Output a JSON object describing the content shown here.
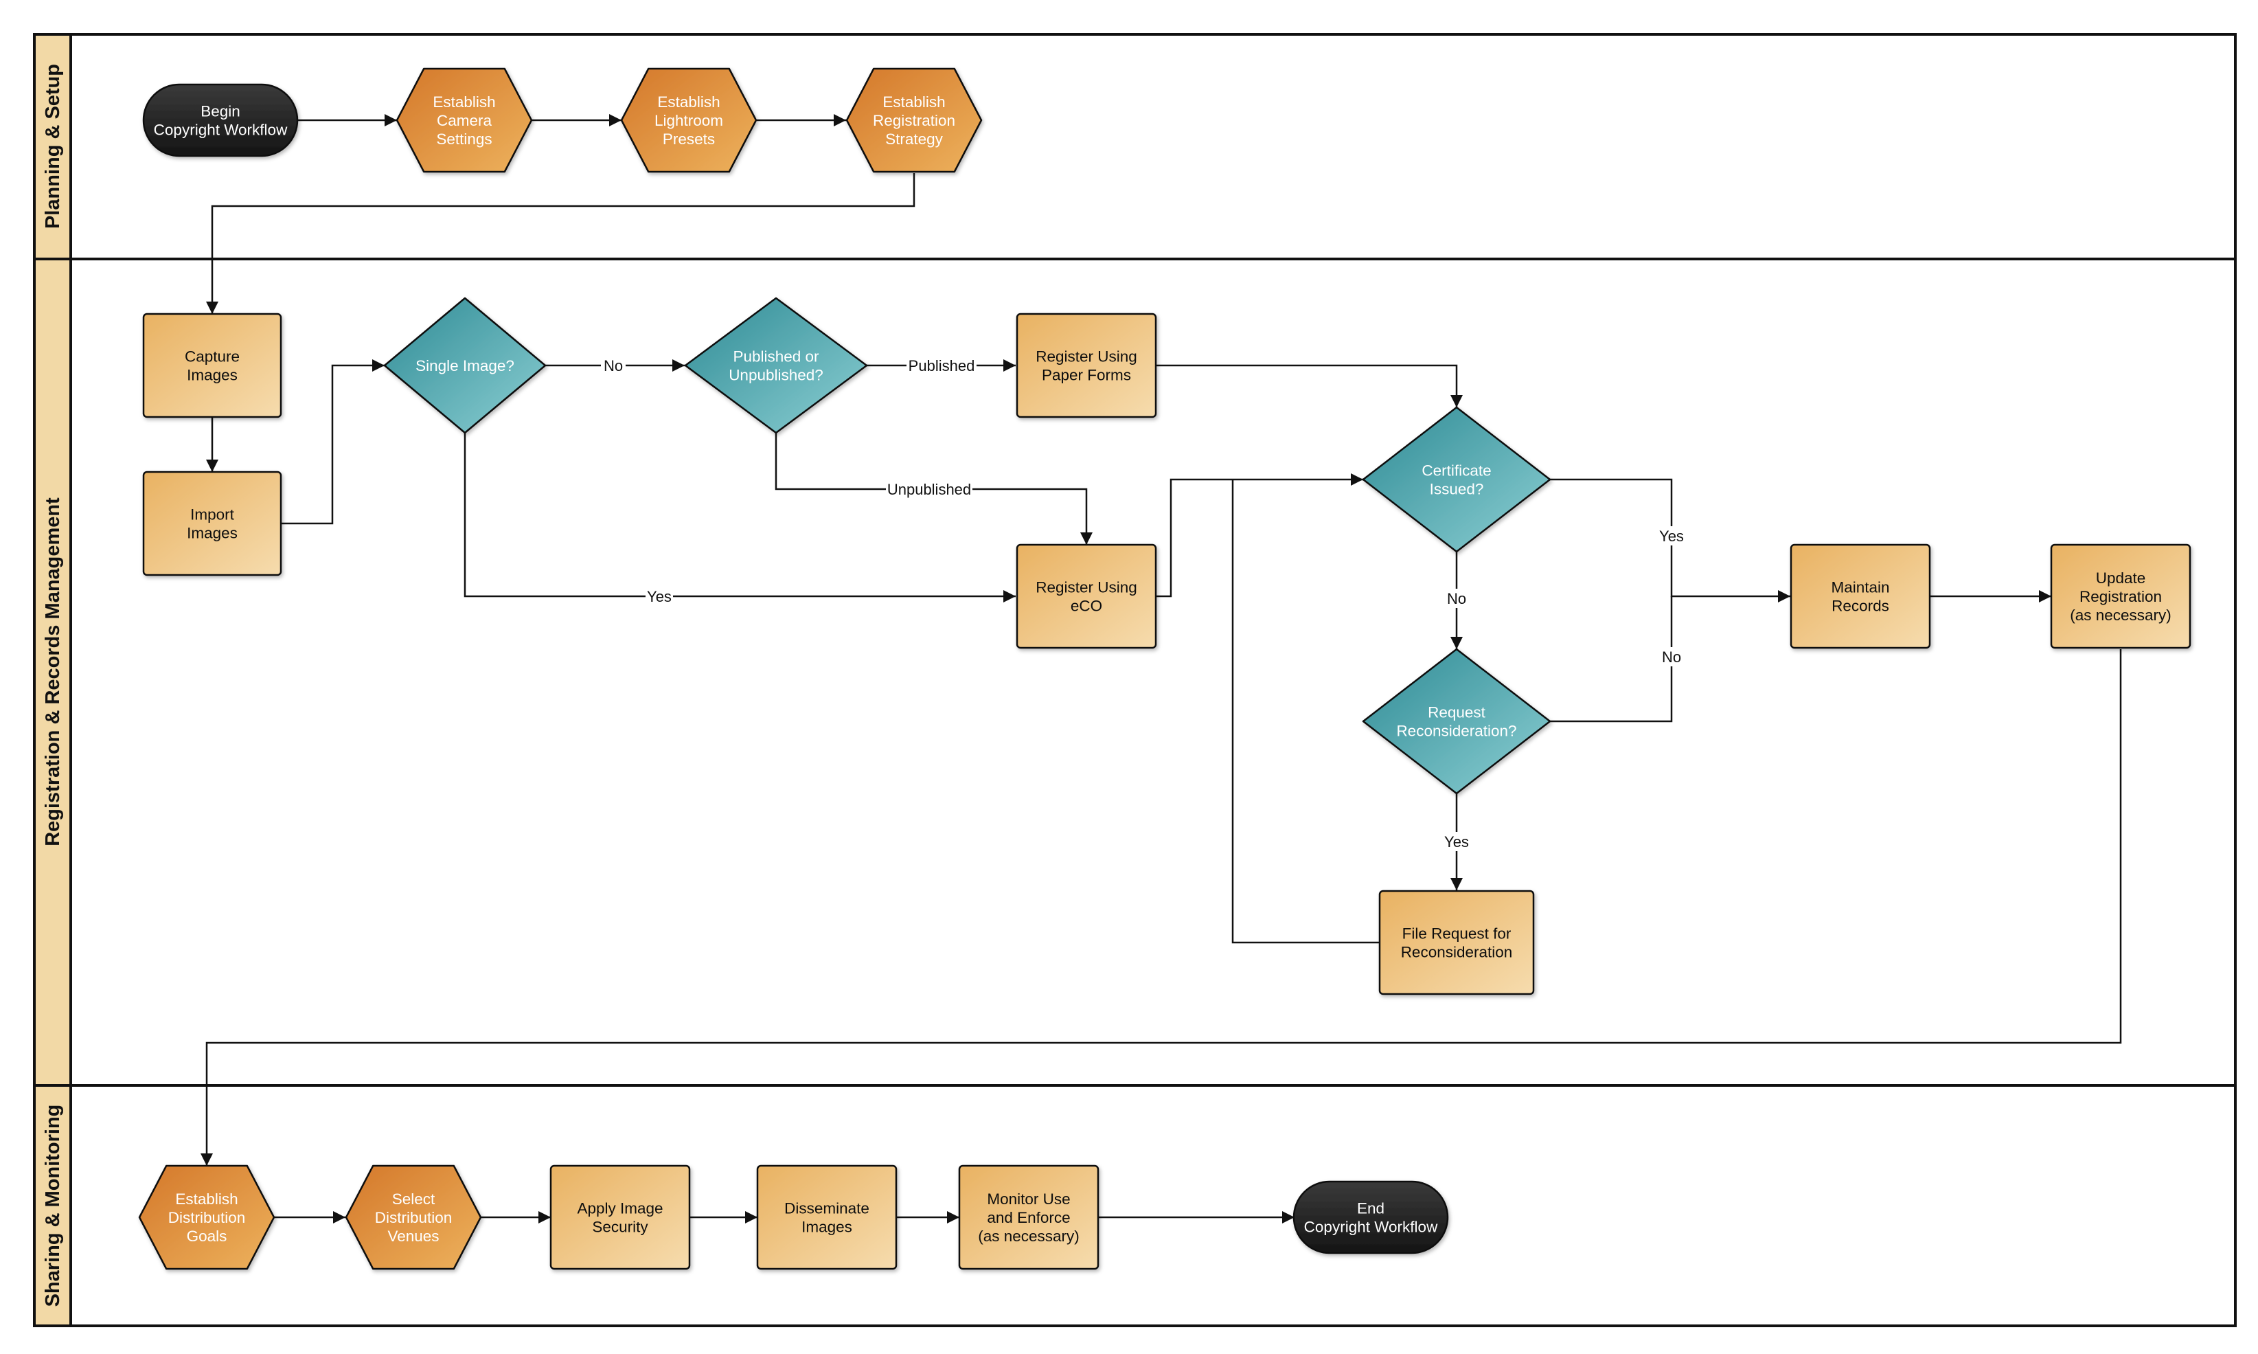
{
  "colors": {
    "lane_header": "#f2d9a6",
    "border": "#111111",
    "terminal_fill": "#2a2a2a",
    "hexagon_fill": "#d98a3a",
    "process_fill": "#efc27f",
    "decision_fill": "#4aa3ab",
    "connector": "#111111"
  },
  "lanes": {
    "planning": "Planning & Setup",
    "registration": "Registration & Records Management",
    "sharing": "Sharing & Monitoring"
  },
  "nodes": {
    "begin": [
      "Begin",
      "Copyright Workflow"
    ],
    "camera": [
      "Establish",
      "Camera",
      "Settings"
    ],
    "lightroom": [
      "Establish",
      "Lightroom",
      "Presets"
    ],
    "strategy": [
      "Establish",
      "Registration",
      "Strategy"
    ],
    "capture": [
      "Capture",
      "Images"
    ],
    "import": [
      "Import",
      "Images"
    ],
    "single": [
      "Single Image?"
    ],
    "pubunpub": [
      "Published or",
      "Unpublished?"
    ],
    "paper": [
      "Register Using",
      "Paper Forms"
    ],
    "eco": [
      "Register Using",
      "eCO"
    ],
    "certificate": [
      "Certificate",
      "Issued?"
    ],
    "reconsider": [
      "Request",
      "Reconsideration?"
    ],
    "filereq": [
      "File Request for",
      "Reconsideration"
    ],
    "maintain": [
      "Maintain",
      "Records"
    ],
    "update": [
      "Update",
      "Registration",
      "(as necessary)"
    ],
    "goals": [
      "Establish",
      "Distribution",
      "Goals"
    ],
    "venues": [
      "Select",
      "Distribution",
      "Venues"
    ],
    "security": [
      "Apply Image",
      "Security"
    ],
    "disseminate": [
      "Disseminate",
      "Images"
    ],
    "monitor": [
      "Monitor Use",
      "and Enforce",
      "(as necessary)"
    ],
    "end": [
      "End",
      "Copyright Workflow"
    ]
  },
  "edge_labels": {
    "single_no": "No",
    "single_yes": "Yes",
    "published": "Published",
    "unpublished": "Unpublished",
    "cert_yes": "Yes",
    "cert_no": "No",
    "recon_no": "No",
    "recon_yes": "Yes"
  },
  "icons": {
    "terminal": "rounded-pill",
    "establish_step": "hexagon",
    "process_step": "rectangle",
    "decision": "diamond"
  }
}
